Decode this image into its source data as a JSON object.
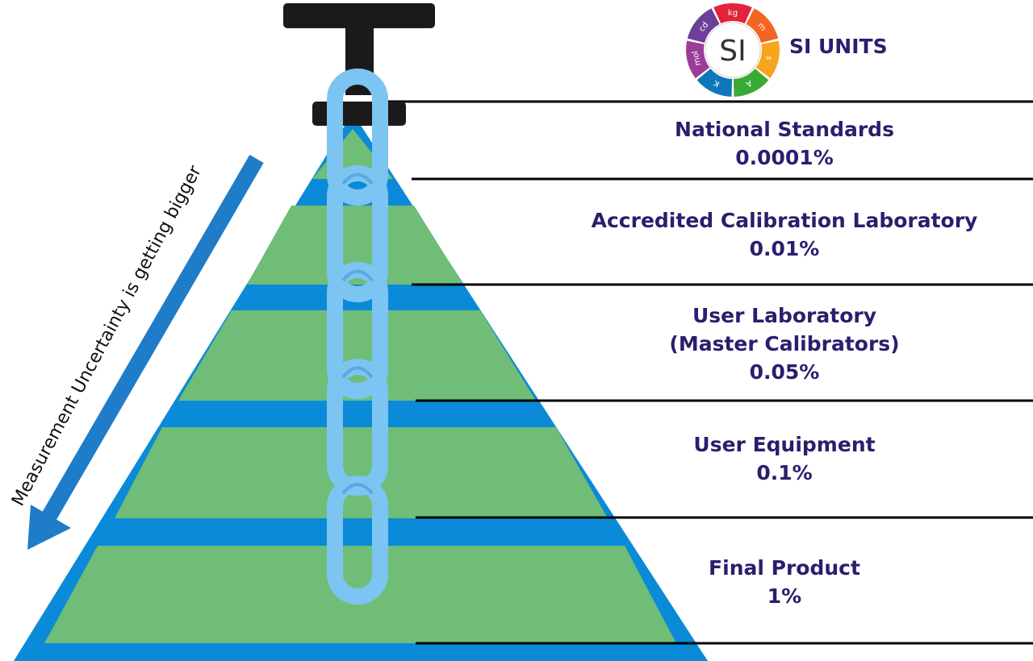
{
  "si_logo": {
    "center_text": "SI",
    "title": "SI UNITS",
    "ring_segments": [
      {
        "unit": "kg",
        "color": "#e2233b"
      },
      {
        "unit": "m",
        "color": "#f26522"
      },
      {
        "unit": "s",
        "color": "#f7a51c"
      },
      {
        "unit": "A",
        "color": "#3aaa35"
      },
      {
        "unit": "K",
        "color": "#0f76bc"
      },
      {
        "unit": "mol",
        "color": "#9b3d97"
      },
      {
        "unit": "cd",
        "color": "#6c3f98"
      }
    ]
  },
  "levels": [
    {
      "title_lines": [
        "National Standards"
      ],
      "uncertainty": "0.0001%"
    },
    {
      "title_lines": [
        "Accredited Calibration Laboratory"
      ],
      "uncertainty": "0.01%"
    },
    {
      "title_lines": [
        "User Laboratory",
        "(Master Calibrators)"
      ],
      "uncertainty": "0.05%"
    },
    {
      "title_lines": [
        "User Equipment"
      ],
      "uncertainty": "0.1%"
    },
    {
      "title_lines": [
        "Final Product"
      ],
      "uncertainty": "1%"
    }
  ],
  "arrow_caption": "Measurement Uncertainty is getting bigger",
  "colors": {
    "pyramid_blue": "#0a8ad8",
    "tier_green": "#70bd77",
    "chain": "#7cc4f2",
    "text_navy": "#2a1e6e",
    "arrow_blue": "#1f7cc8",
    "hook_black": "#1a1a1a"
  },
  "icons": [
    "hook-icon",
    "chain-icon",
    "down-left-arrow-icon"
  ]
}
